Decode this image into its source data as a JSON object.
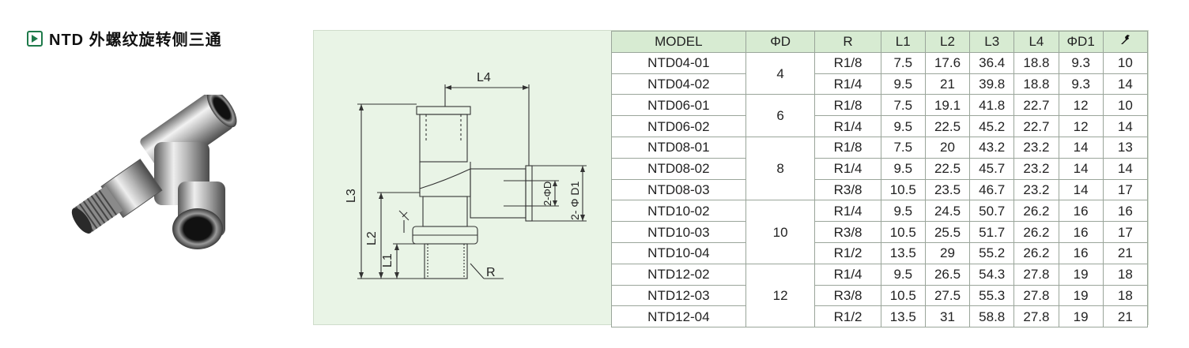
{
  "title": {
    "text": "NTD 外螺纹旋转侧三通"
  },
  "drawing_labels": {
    "l4": "L4",
    "l3": "L3",
    "l2": "L2",
    "l1": "L1",
    "r": "R",
    "phi_d": "2-ΦD",
    "phi_d1": "2- Φ D1"
  },
  "table": {
    "headers": [
      "MODEL",
      "ΦD",
      "R",
      "L1",
      "L2",
      "L3",
      "L4",
      "ΦD1",
      "torque-icon"
    ],
    "groups": [
      {
        "d": "4",
        "rows": [
          {
            "model": "NTD04-01",
            "r": "R1/8",
            "l1": "7.5",
            "l2": "17.6",
            "l3": "36.4",
            "l4": "18.8",
            "d1": "9.3",
            "t": "10"
          },
          {
            "model": "NTD04-02",
            "r": "R1/4",
            "l1": "9.5",
            "l2": "21",
            "l3": "39.8",
            "l4": "18.8",
            "d1": "9.3",
            "t": "14"
          }
        ]
      },
      {
        "d": "6",
        "rows": [
          {
            "model": "NTD06-01",
            "r": "R1/8",
            "l1": "7.5",
            "l2": "19.1",
            "l3": "41.8",
            "l4": "22.7",
            "d1": "12",
            "t": "10"
          },
          {
            "model": "NTD06-02",
            "r": "R1/4",
            "l1": "9.5",
            "l2": "22.5",
            "l3": "45.2",
            "l4": "22.7",
            "d1": "12",
            "t": "14"
          }
        ]
      },
      {
        "d": "8",
        "rows": [
          {
            "model": "NTD08-01",
            "r": "R1/8",
            "l1": "7.5",
            "l2": "20",
            "l3": "43.2",
            "l4": "23.2",
            "d1": "14",
            "t": "13"
          },
          {
            "model": "NTD08-02",
            "r": "R1/4",
            "l1": "9.5",
            "l2": "22.5",
            "l3": "45.7",
            "l4": "23.2",
            "d1": "14",
            "t": "14"
          },
          {
            "model": "NTD08-03",
            "r": "R3/8",
            "l1": "10.5",
            "l2": "23.5",
            "l3": "46.7",
            "l4": "23.2",
            "d1": "14",
            "t": "17"
          }
        ]
      },
      {
        "d": "10",
        "rows": [
          {
            "model": "NTD10-02",
            "r": "R1/4",
            "l1": "9.5",
            "l2": "24.5",
            "l3": "50.7",
            "l4": "26.2",
            "d1": "16",
            "t": "16"
          },
          {
            "model": "NTD10-03",
            "r": "R3/8",
            "l1": "10.5",
            "l2": "25.5",
            "l3": "51.7",
            "l4": "26.2",
            "d1": "16",
            "t": "17"
          },
          {
            "model": "NTD10-04",
            "r": "R1/2",
            "l1": "13.5",
            "l2": "29",
            "l3": "55.2",
            "l4": "26.2",
            "d1": "16",
            "t": "21"
          }
        ]
      },
      {
        "d": "12",
        "rows": [
          {
            "model": "NTD12-02",
            "r": "R1/4",
            "l1": "9.5",
            "l2": "26.5",
            "l3": "54.3",
            "l4": "27.8",
            "d1": "19",
            "t": "18"
          },
          {
            "model": "NTD12-03",
            "r": "R3/8",
            "l1": "10.5",
            "l2": "27.5",
            "l3": "55.3",
            "l4": "27.8",
            "d1": "19",
            "t": "18"
          },
          {
            "model": "NTD12-04",
            "r": "R1/2",
            "l1": "13.5",
            "l2": "31",
            "l3": "58.8",
            "l4": "27.8",
            "d1": "19",
            "t": "21"
          }
        ]
      }
    ]
  }
}
